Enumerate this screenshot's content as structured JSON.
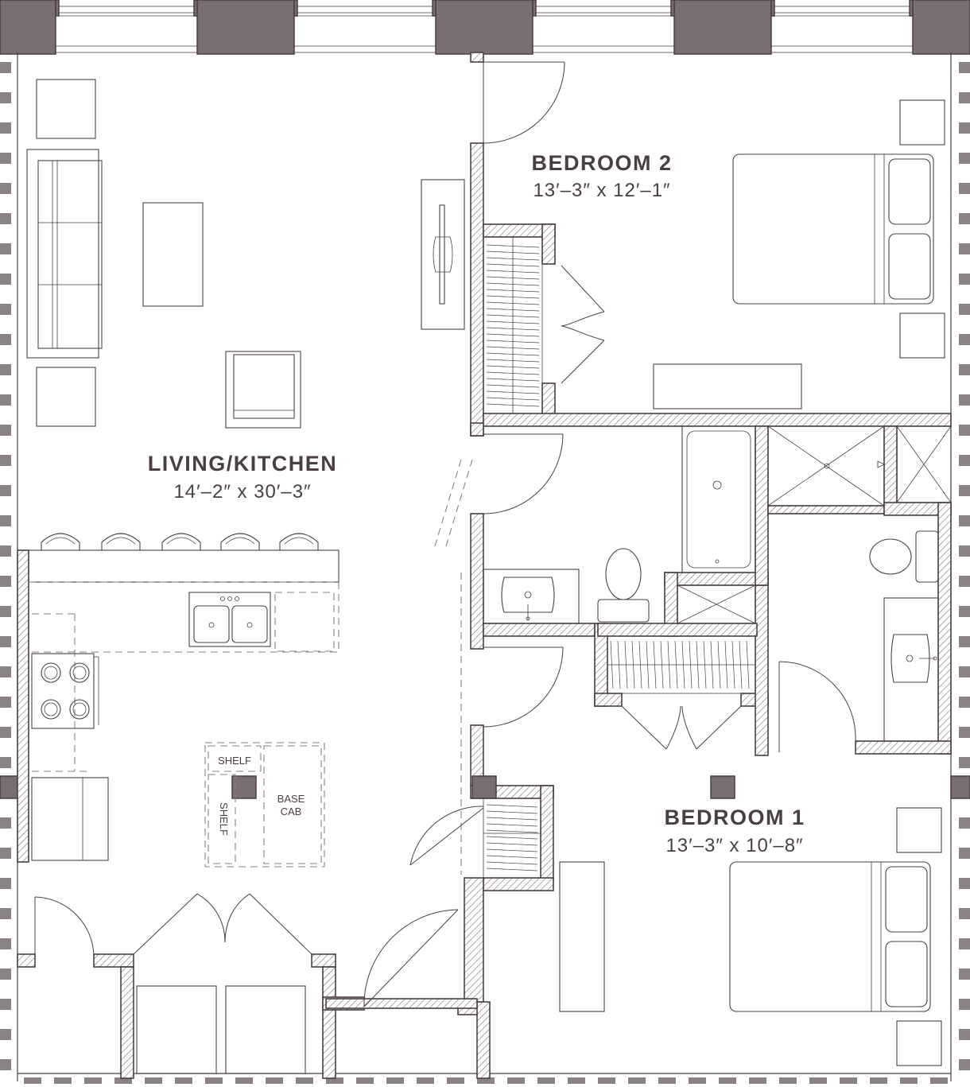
{
  "rooms": {
    "living": {
      "name": "LIVING/KITCHEN",
      "dims": "14′–2″ x 30′–3″"
    },
    "bedroom2": {
      "name": "BEDROOM 2",
      "dims": "13′–3″ x 12′–1″"
    },
    "bedroom1": {
      "name": "BEDROOM 1",
      "dims": "13′–3″ x 10′–8″"
    }
  },
  "labels": {
    "shelf_top": "SHELF",
    "shelf_side": "SHELF",
    "base_cab_line1": "BASE",
    "base_cab_line2": "CAB"
  },
  "colors": {
    "wall_line": "#4a3f40",
    "column_fill": "#7a6f70",
    "hatch": "#8a8283"
  }
}
